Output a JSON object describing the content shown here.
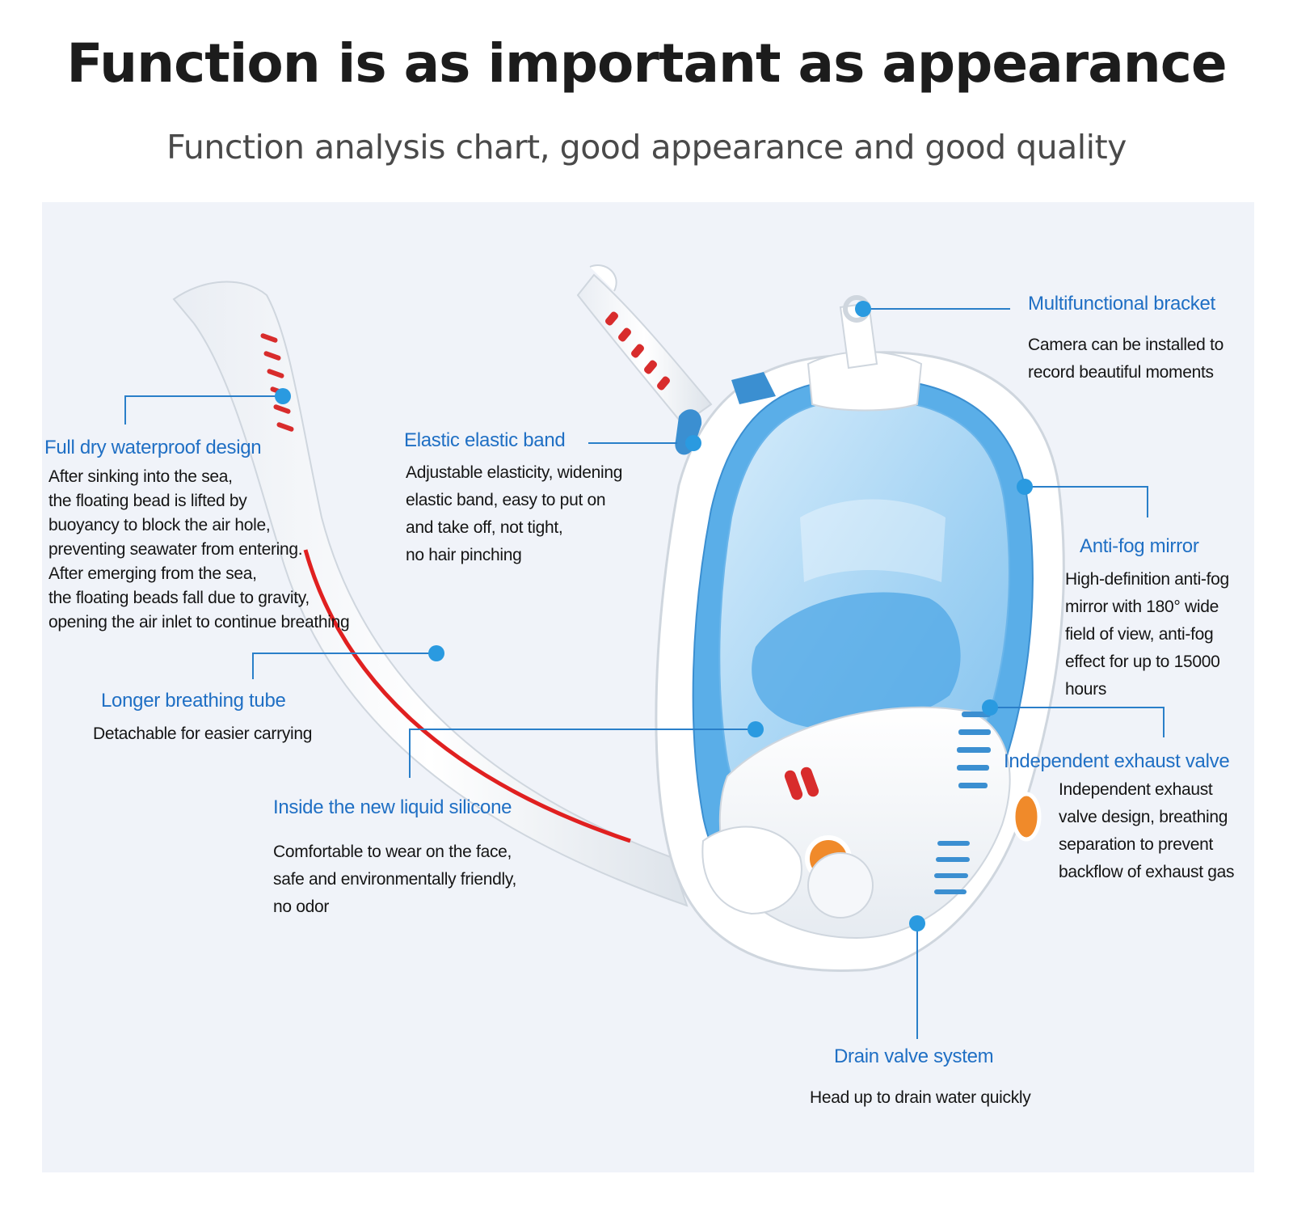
{
  "title": "Function is as important as appearance",
  "subtitle": "Function analysis chart, good appearance and good quality",
  "colors": {
    "accent": "#1f6fc4",
    "mask_blue": "#5aaee8",
    "tube_stripe": "#e02020",
    "background_panel": "#f0f3f9"
  },
  "features": {
    "full_dry": {
      "label": "Full dry waterproof design",
      "lines": [
        "After sinking into the sea,",
        "the floating bead is lifted by",
        "buoyancy to block the air hole,",
        "preventing seawater from entering.",
        "After emerging from the sea,",
        "the floating beads fall due to gravity,",
        "opening the air inlet to continue breathing"
      ]
    },
    "elastic_band": {
      "label": "Elastic elastic band",
      "lines": [
        "Adjustable elasticity, widening",
        "elastic band, easy to put on",
        " and take off, not tight,",
        "no hair pinching"
      ]
    },
    "bracket": {
      "label": "Multifunctional bracket",
      "lines": [
        "Camera can be installed to",
        "record beautiful moments"
      ]
    },
    "anti_fog": {
      "label": "Anti-fog mirror",
      "lines": [
        "High-definition anti-fog",
        "mirror with 180°   wide",
        "field of view, anti-fog",
        "effect for up to 15000",
        "hours"
      ]
    },
    "breathing_tube": {
      "label": "Longer breathing tube",
      "lines": [
        "Detachable for easier carrying"
      ]
    },
    "liquid_silicone": {
      "label": "Inside the new liquid silicone",
      "lines": [
        "Comfortable to wear on the face,",
        "safe and environmentally friendly,",
        "no odor"
      ]
    },
    "exhaust_valve": {
      "label": "Independent exhaust valve",
      "lines": [
        "Independent exhaust",
        "valve design, breathing",
        "separation to prevent",
        "backflow of exhaust gas"
      ]
    },
    "drain_valve": {
      "label": "Drain valve system",
      "lines": [
        "Head up to drain water quickly"
      ]
    }
  }
}
